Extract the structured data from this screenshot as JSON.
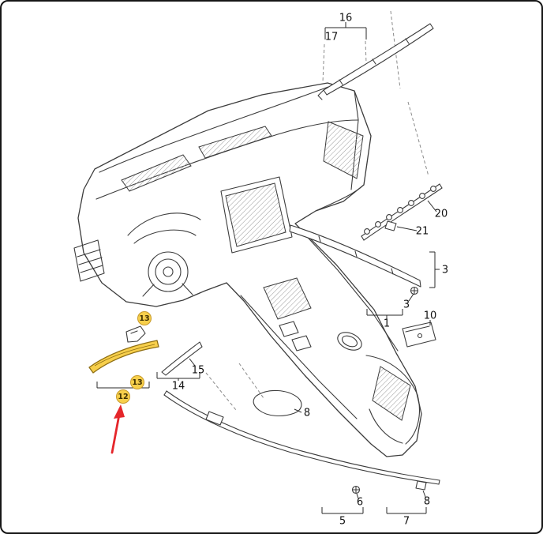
{
  "figure": {
    "title": "Instrument panel and trim strips exploded parts diagram",
    "colors": {
      "bg": "#ffffff",
      "line": "#3c3c3c",
      "dash": "#8a8a8a",
      "label": "#111111",
      "bracket": "#2a2a2a",
      "hatch": "#9a9a9a",
      "highlight_fill": "#f7cf4b",
      "highlight_stroke": "#8f6f14",
      "badge_fill": "#f7cf4b",
      "badge_stroke": "#c79a2a",
      "badge_text": "#3d2e00",
      "arrow": "#e5262b"
    }
  },
  "callouts": {
    "n16": "16",
    "n17": "17",
    "n20": "20",
    "n21": "21",
    "n3a": "3",
    "n3b": "3",
    "n1": "1",
    "n10": "10",
    "n13a": "13",
    "n13b": "13",
    "n12": "12",
    "n14": "14",
    "n15": "15",
    "n8a": "8",
    "n6": "6",
    "n8b": "8",
    "n5": "5",
    "n7": "7"
  }
}
